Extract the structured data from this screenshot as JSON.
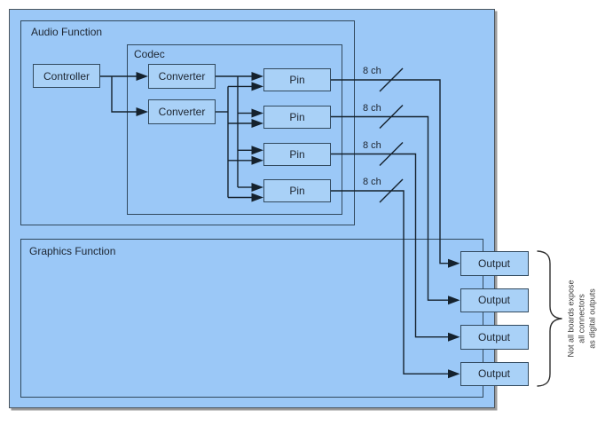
{
  "containers": {
    "audio": {
      "label": "Audio Function"
    },
    "codec": {
      "label": "Codec"
    },
    "graphics": {
      "label": "Graphics Function"
    }
  },
  "nodes": {
    "controller": {
      "label": "Controller"
    },
    "converters": [
      {
        "label": "Converter"
      },
      {
        "label": "Converter"
      }
    ],
    "pins": [
      {
        "label": "Pin"
      },
      {
        "label": "Pin"
      },
      {
        "label": "Pin"
      },
      {
        "label": "Pin"
      }
    ],
    "outputs": [
      {
        "label": "Output"
      },
      {
        "label": "Output"
      },
      {
        "label": "Output"
      },
      {
        "label": "Output"
      }
    ]
  },
  "bus_labels": [
    {
      "text": "8 ch"
    },
    {
      "text": "8 ch"
    },
    {
      "text": "8 ch"
    },
    {
      "text": "8 ch"
    }
  ],
  "annotation": {
    "lines": [
      "Not all boards expose",
      "all connectors",
      "as digital outputs"
    ]
  },
  "colors": {
    "canvas_fill": "#9bc8f7",
    "node_fill": "#a9d1f7",
    "node_border": "#31495e",
    "line": "#15222e",
    "outer_border": "#4b545c",
    "text": "#1d2530",
    "annotation_text": "#3a3a3a",
    "brace": "#2e2e2e"
  }
}
